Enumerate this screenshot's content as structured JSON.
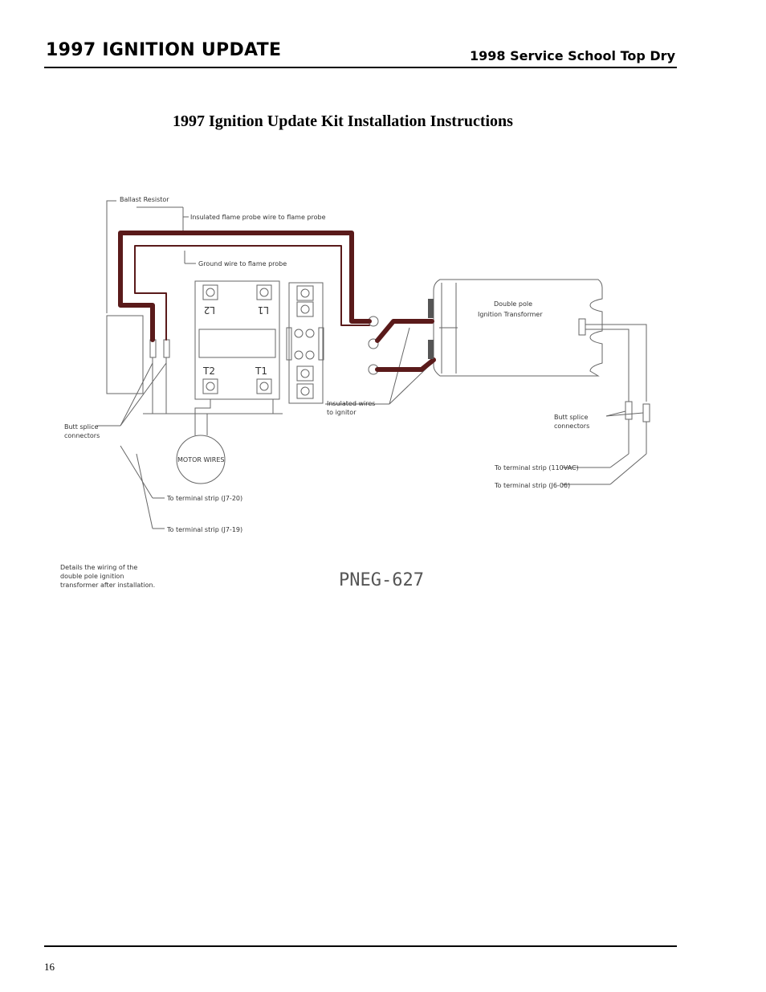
{
  "header": {
    "section_title": "1997 IGNITION UPDATE",
    "manual_title": "1998 Service School Top Dry"
  },
  "page_title": "1997 Ignition Update Kit Installation Instructions",
  "diagram": {
    "labels": {
      "ballast_resistor": "Ballast Resistor",
      "insulated_flame_probe": "Insulated flame probe wire to flame probe",
      "ground_wire": "Ground wire to flame probe",
      "transformer_line1": "Double pole",
      "transformer_line2": "Ignition Transformer",
      "butt_splice_left_1": "Butt splice",
      "butt_splice_left_2": "connectors",
      "butt_splice_right_1": "Butt splice",
      "butt_splice_right_2": "connectors",
      "insulated_wires_1": "Insulated wires",
      "insulated_wires_2": "to ignitor",
      "motor_wires": "MOTOR WIRES",
      "terminal_j7_20": "To terminal strip (J7-20)",
      "terminal_j7_19": "To terminal strip (J7-19)",
      "terminal_110vac": "To terminal strip (110VAC)",
      "terminal_j6_06": "To terminal strip (J6-06)",
      "contactor_l2": "L2",
      "contactor_l1": "L1",
      "contactor_t2": "T2",
      "contactor_t1": "T1"
    },
    "caption_line1": "Details the wiring of the",
    "caption_line2": "double pole ignition",
    "caption_line3": "transformer after installation.",
    "part_number": "PNEG-627"
  },
  "footer": {
    "page_number": "16"
  },
  "colors": {
    "wire": "#5a1a1a",
    "line": "#555555"
  }
}
